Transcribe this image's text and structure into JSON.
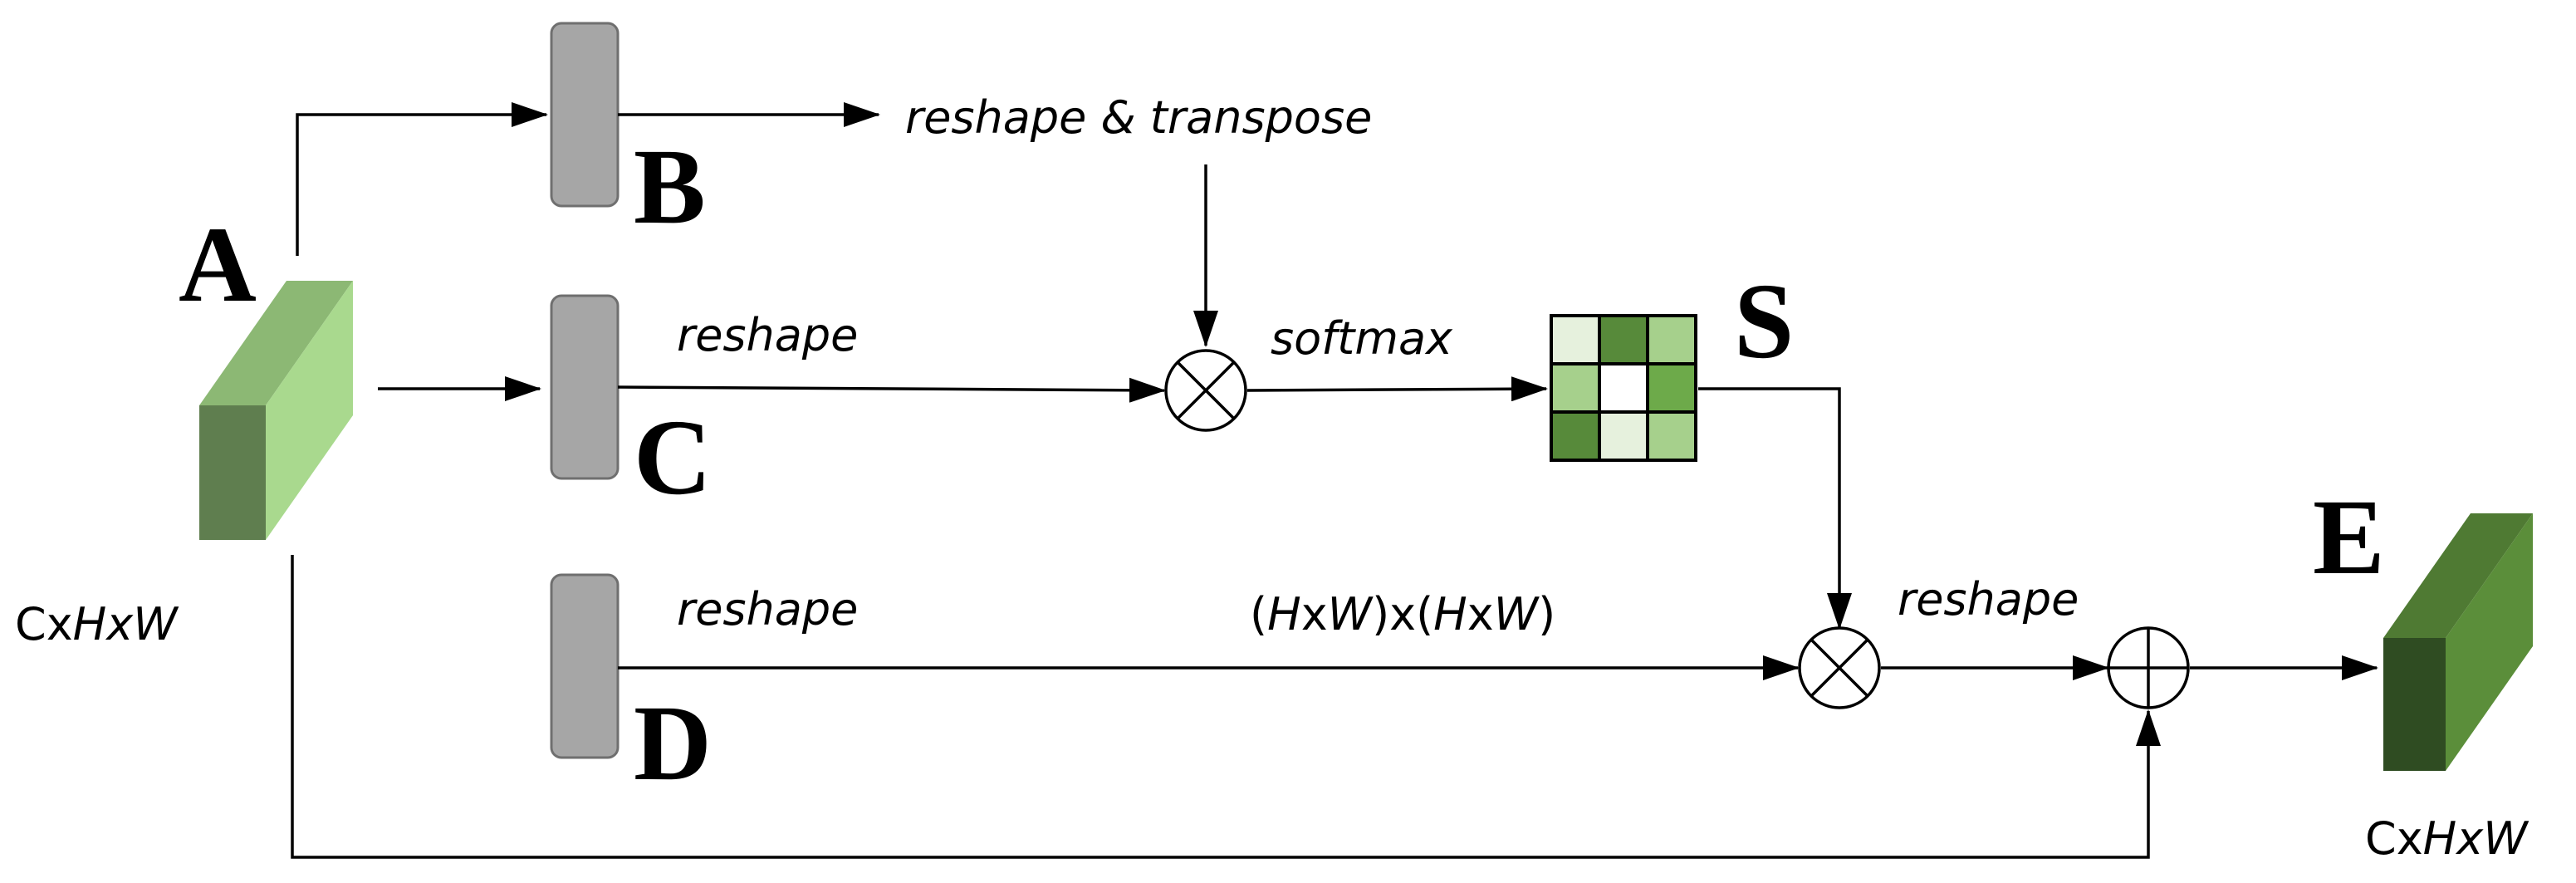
{
  "labels": {
    "A": "A",
    "B": "B",
    "C": "C",
    "D": "D",
    "E": "E",
    "S": "S"
  },
  "annotations": {
    "reshape_transpose": "reshape & transpose",
    "reshape_c": "reshape",
    "softmax": "softmax",
    "reshape_d": "reshape",
    "reshape_out": "reshape",
    "size_matrix": [
      "(",
      "H",
      "x",
      "W",
      ")x(",
      "H",
      "x",
      "W",
      ")"
    ],
    "size_input": [
      "Cx",
      "HxW"
    ],
    "size_output": [
      "Cx",
      "HxW"
    ]
  },
  "colors": {
    "input_front": "#a9d98e",
    "input_top": "#8cb874",
    "input_side": "#5f7e4f",
    "output_front": "#5b8e3a",
    "output_top": "#4f7a33",
    "output_side": "#2f4c22",
    "attention_cells": [
      "#e6f1dd",
      "#578a3a",
      "#a6d08c",
      "#a6d08c",
      "#ffffff",
      "#6daa4a",
      "#578a3a",
      "#e6f1dd",
      "#a6d08c"
    ]
  },
  "operators": {
    "multiply": "⊗",
    "add": "⊕"
  }
}
